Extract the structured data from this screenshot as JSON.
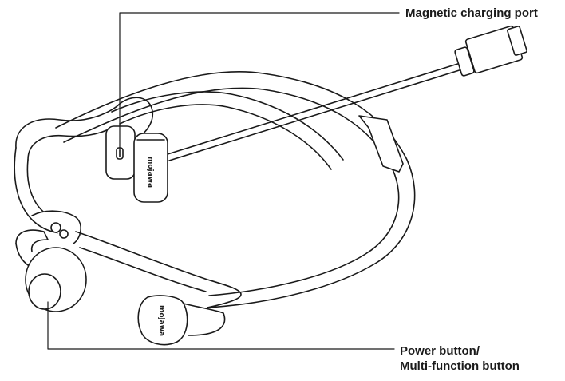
{
  "callouts": {
    "charging_port": "Magnetic charging port",
    "power_line1": "Power button/",
    "power_line2": "Multi-function button"
  },
  "brand": {
    "logo_text": "mojawa"
  },
  "colors": {
    "line": "#1a1a1a",
    "body_fill": "#ffffff",
    "background": "#ffffff"
  }
}
